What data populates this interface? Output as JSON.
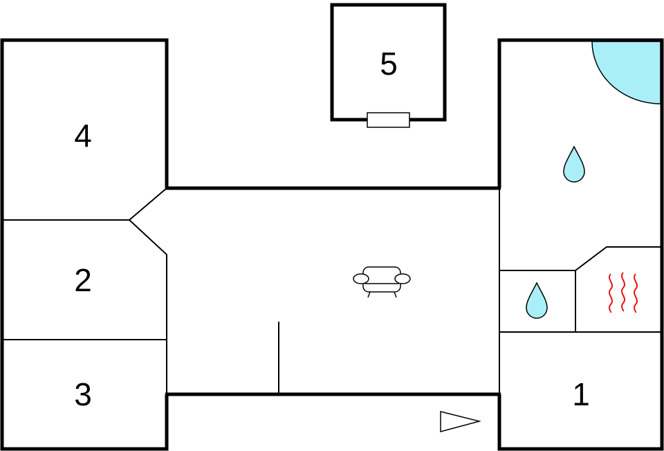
{
  "floorplan": {
    "rooms": [
      {
        "id": "room-1",
        "label": "1"
      },
      {
        "id": "room-2",
        "label": "2"
      },
      {
        "id": "room-3",
        "label": "3"
      },
      {
        "id": "room-4",
        "label": "4"
      },
      {
        "id": "room-5",
        "label": "5"
      }
    ],
    "icons": [
      {
        "name": "shower-quarter-circle-icon"
      },
      {
        "name": "water-drop-icon"
      },
      {
        "name": "water-drop-icon"
      },
      {
        "name": "heating-sauna-icon"
      },
      {
        "name": "sofa-icon"
      },
      {
        "name": "entrance-arrow-icon"
      },
      {
        "name": "window-fixture-icon"
      }
    ],
    "colors": {
      "wall": "#000000",
      "water": "#aaeef8",
      "heat": "#e81010",
      "background": "#ffffff"
    }
  }
}
